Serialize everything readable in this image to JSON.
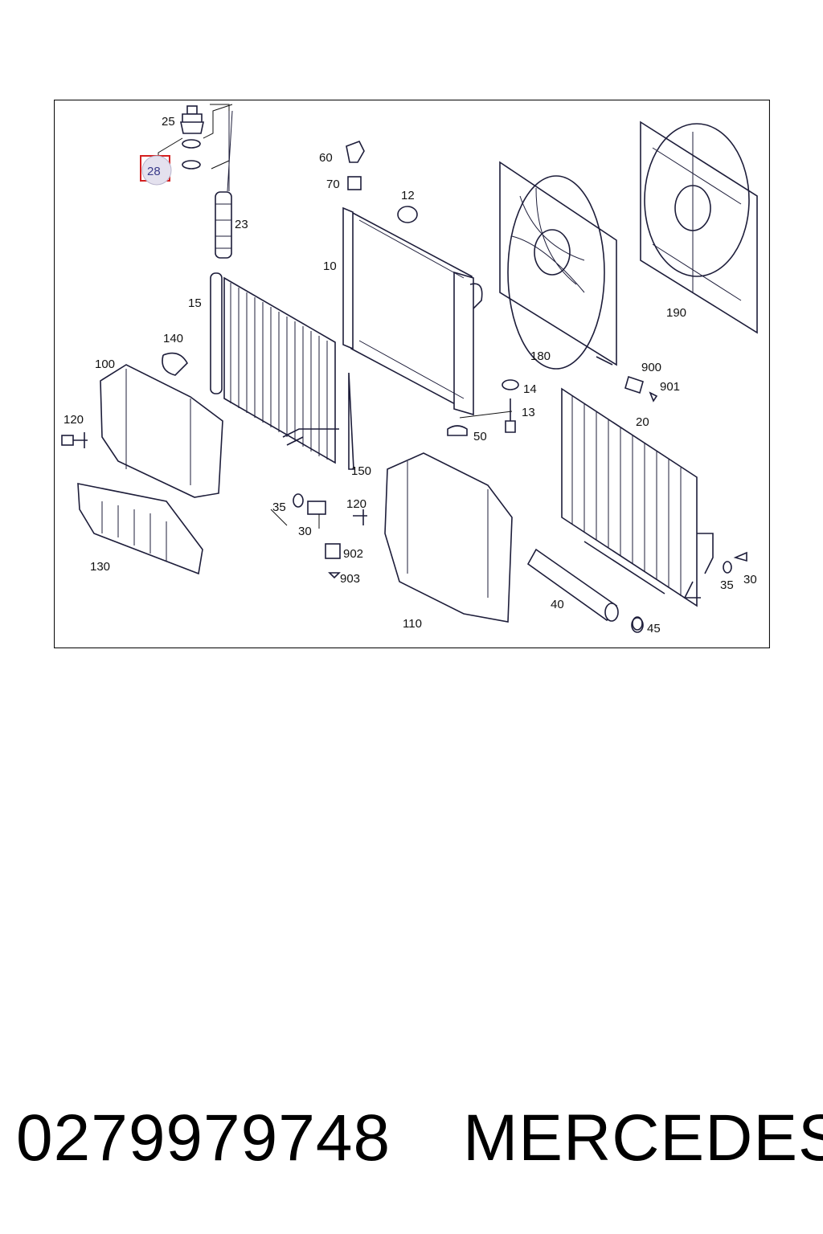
{
  "diagram": {
    "highlighted_callout": "28",
    "colors": {
      "highlight_border": "#d42020",
      "highlight_fill": "#e4e1ee",
      "line": "#1d1d3a"
    },
    "callouts": {
      "c25": "25",
      "c28": "28",
      "c23": "23",
      "c60": "60",
      "c70": "70",
      "c12": "12",
      "c10": "10",
      "c15": "15",
      "c140": "140",
      "c100": "100",
      "c120a": "120",
      "c130": "130",
      "c150": "150",
      "c35a": "35",
      "c30a": "30",
      "c120b": "120",
      "c902": "902",
      "c903": "903",
      "c110": "110",
      "c14": "14",
      "c13": "13",
      "c50": "50",
      "c180": "180",
      "c190": "190",
      "c900": "900",
      "c901": "901",
      "c20": "20",
      "c40": "40",
      "c45": "45",
      "c35b": "35",
      "c30b": "30"
    }
  },
  "caption": {
    "part_number": "0279979748",
    "brand": "MERCEDES"
  }
}
